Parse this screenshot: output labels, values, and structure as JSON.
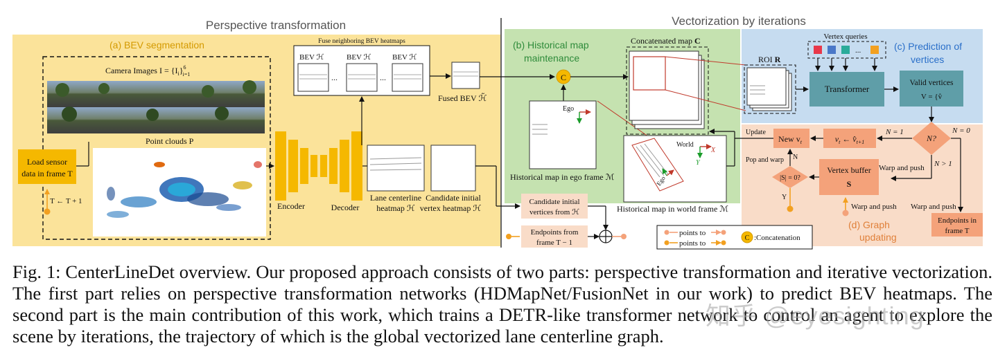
{
  "headers": {
    "left": "Perspective transformation",
    "right": "Vectorization by iterations"
  },
  "panels": {
    "a": "(a) BEV segmentation",
    "b1": "(b) Historical map",
    "b2": "maintenance",
    "c1": "(c) Prediction of",
    "c2": "vertices",
    "d1": "(d) Graph",
    "d2": "updating"
  },
  "labels": {
    "load1": "Load sensor",
    "load2": "data in frame T",
    "time_update": "T ← T + 1",
    "camera_images": "Camera Images I = {I",
    "camera_images_sub": "i",
    "camera_images_tail": "}",
    "camera_images_sup": "6",
    "camera_images_subi": "i=1",
    "point_clouds": "Point clouds P",
    "encoder": "Encoder",
    "decoder": "Decoder",
    "lane_hm1": "Lane centerline",
    "lane_hm2": "heatmap ℋ",
    "cand_hm1": "Candidate initial",
    "cand_hm2": "vertex heatmap ℋ",
    "fuse": "Fuse neighboring BEV heatmaps",
    "bev1": "BEV ℋ",
    "bev2": "BEV ℋ",
    "bev3": "BEV ℋ",
    "ellipsis": "...",
    "fused1": "Fused BEV ℋ̃",
    "concat_map": "Concatenated map",
    "concat_sym": "C",
    "ego": "Ego",
    "world": "World",
    "axis_x": "X",
    "axis_y": "Y",
    "hist_ego": "Historical map in ego frame ℳ",
    "hist_world": "Historical map in world frame ℳ",
    "roi": "ROI",
    "roi_sym": "R",
    "vertex_queries": "Vertex queries",
    "transformer": "Transformer",
    "valid1": "Valid vertices",
    "valid2": "V = {v̂",
    "n_q": "N?",
    "n1": "N = 1",
    "n0": "N = 0",
    "ngt1": "N > 1",
    "update": "Update",
    "new_vt": "New v",
    "vt_assign": "v",
    "pop_warp": "Pop and warp",
    "n_label": "N",
    "y_label": "Y",
    "s_cond": "|S| = 0?",
    "vbuf1": "Vertex buffer",
    "vbuf2": "S",
    "warp_push1": "Warp and push",
    "warp_push2": "Warp and push",
    "warp_push3": "Warp and push",
    "end1": "Endpoints in",
    "end2": "frame T",
    "cand_from1": "Candidate initial",
    "cand_from2": "vertices from ℋ",
    "endpts1": "Endpoints from",
    "endpts2": "frame T − 1",
    "legend_points1": "points to",
    "legend_points2": "points to",
    "legend_concat": ":Concatenation",
    "concat_c": "C"
  },
  "colors": {
    "yellow_bg": "#fbe39a",
    "green_bg": "#c5e2b0",
    "blue_bg": "#c6dcf0",
    "peach_bg": "#f9dcc8",
    "orange_box": "#f5b800",
    "teal_box": "#5f9ea8",
    "salmon_box": "#f4a27a",
    "query_colors": [
      "#e8384a",
      "#4a78c8",
      "#2aab9a",
      "#f2a020"
    ]
  },
  "caption": "Fig. 1: CenterLineDet overview. Our proposed approach consists of two parts: perspective transformation and iterative vectorization. The first part relies on perspective transformation networks (HDMapNet/FusionNet in our work) to predict BEV heatmaps. The second part is the main contribution of this work, which trains a DETR-like transformer network to control an agent to explore the scene by iterations, the trajectory of which is the global vectorized lane centerline graph.",
  "watermark": "知乎 @eyesighting"
}
